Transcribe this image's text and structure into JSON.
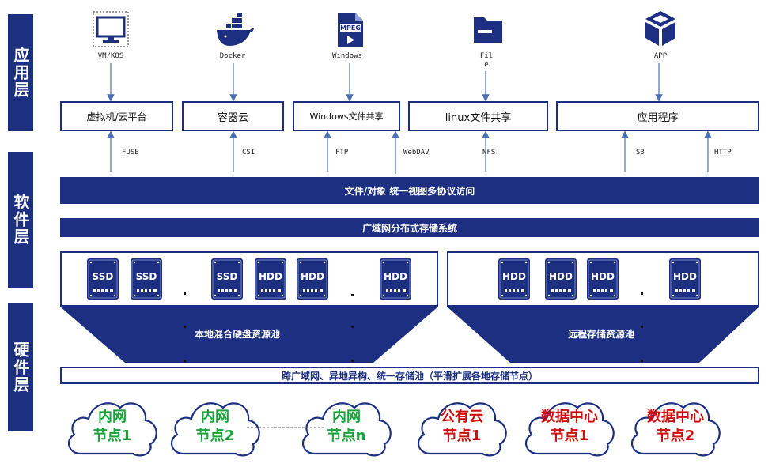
{
  "layers": {
    "application": "应用层",
    "software": "软件层",
    "hardware": "硬件层"
  },
  "icons": [
    {
      "name": "monitor-icon",
      "caption": "VM/K8S"
    },
    {
      "name": "docker-icon",
      "caption": "Docker"
    },
    {
      "name": "mpeg-file-icon",
      "caption": "Windows",
      "badge": "MPEG"
    },
    {
      "name": "folder-icon",
      "caption": "Fil\ne"
    },
    {
      "name": "app-cube-icon",
      "caption": "APP"
    }
  ],
  "platforms": [
    "虚拟机/云平台",
    "容器云",
    "Windows文件共享",
    "linux文件共享",
    "应用程序"
  ],
  "protocols": [
    "FUSE",
    "CSI",
    "FTP",
    "WebDAV",
    "NFS",
    "S3",
    "HTTP"
  ],
  "bars": {
    "unified_view": "文件/对象 统一视图多协议访问",
    "distributed_storage": "广域网分布式存储系统",
    "unified_pool": "跨广域网、异地异构、统一存储池（平滑扩展各地存储节点）"
  },
  "pools": {
    "local": {
      "label": "本地混合硬盘资源池",
      "disks": [
        "SSD",
        "SSD",
        "SSD",
        "HDD",
        "HDD",
        "HDD"
      ]
    },
    "remote": {
      "label": "远程存储资源池",
      "disks": [
        "HDD",
        "HDD",
        "HDD",
        "HDD"
      ]
    }
  },
  "nodes": [
    {
      "line1": "内网",
      "line2": "节点1",
      "color": "#1aa33a"
    },
    {
      "line1": "内网",
      "line2": "节点2",
      "color": "#1aa33a"
    },
    {
      "line1": "内网",
      "line2": "节点n",
      "color": "#1aa33a"
    },
    {
      "line1": "公有云",
      "line2": "节点1",
      "color": "#d01010"
    },
    {
      "line1": "数据中心",
      "line2": "节点1",
      "color": "#d01010"
    },
    {
      "line1": "数据中心",
      "line2": "节点2",
      "color": "#d01010"
    }
  ],
  "colors": {
    "primary": "#1c2f80",
    "arrow": "#4a6fb5",
    "intranet_node": "#1aa33a",
    "external_node": "#d01010"
  }
}
